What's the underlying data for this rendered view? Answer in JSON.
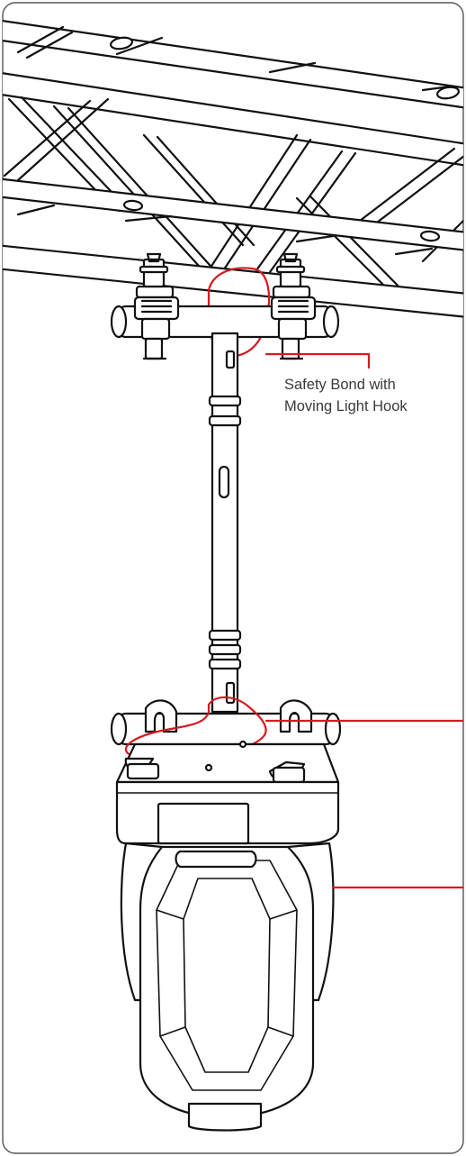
{
  "callouts": {
    "safety_bond_line1": "Safety Bond with",
    "safety_bond_line2": "Moving Light Hook"
  },
  "colors": {
    "callout": "#d71920",
    "outline": "#111111",
    "frame": "#555555",
    "background": "#ffffff"
  },
  "icons": {
    "truss": "truss-illustration",
    "clamp_left": "clamp-icon",
    "clamp_right": "clamp-icon",
    "pole": "truss-pole",
    "moving_head": "moving-head-fixture-icon"
  }
}
